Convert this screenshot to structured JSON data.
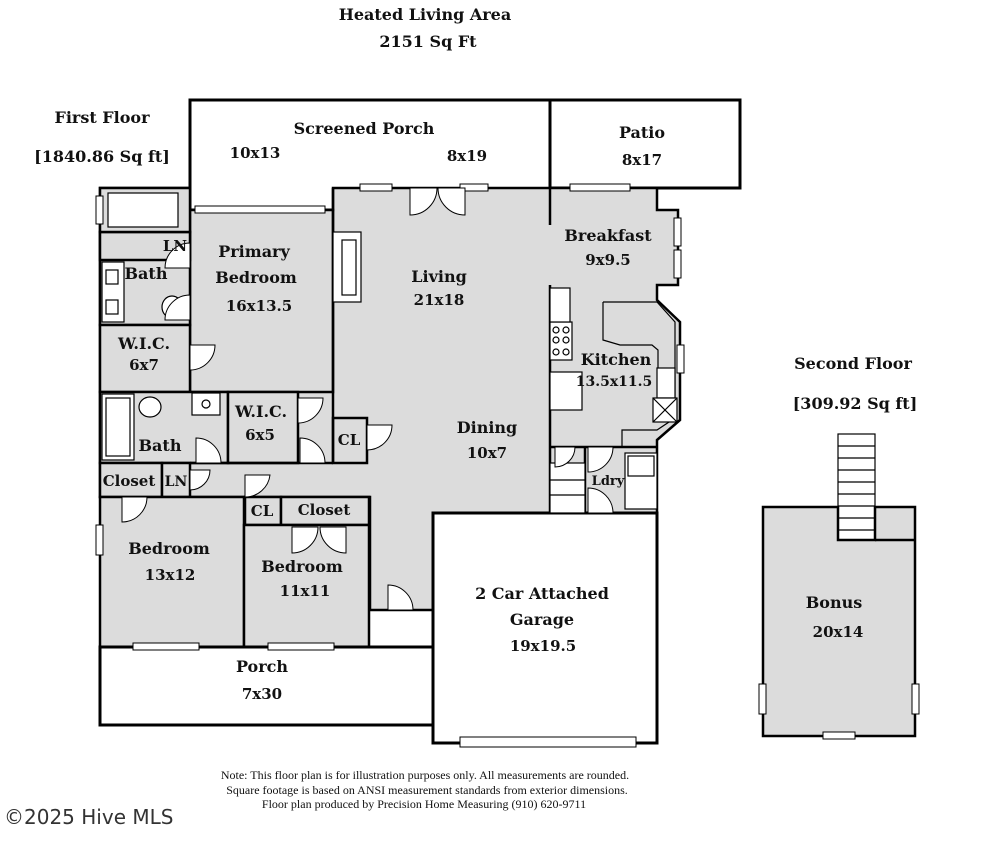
{
  "header": {
    "title": "Heated Living Area",
    "area": "2151 Sq Ft"
  },
  "first_floor": {
    "label": "First Floor",
    "area": "[1840.86 Sq ft]"
  },
  "second_floor": {
    "label": "Second Floor",
    "area": "[309.92 Sq ft]"
  },
  "rooms": {
    "screened_porch": {
      "name": "Screened Porch",
      "dim_left": "10x13",
      "dim_right": "8x19"
    },
    "patio": {
      "name": "Patio",
      "dim": "8x17"
    },
    "breakfast": {
      "name": "Breakfast",
      "dim": "9x9.5"
    },
    "primary_bedroom": {
      "name_line1": "Primary",
      "name_line2": "Bedroom",
      "dim": "16x13.5"
    },
    "living": {
      "name": "Living",
      "dim": "21x18"
    },
    "kitchen": {
      "name": "Kitchen",
      "dim": "13.5x11.5"
    },
    "dining": {
      "name": "Dining",
      "dim": "10x7"
    },
    "ln_top": {
      "name": "LN"
    },
    "bath_top": {
      "name": "Bath"
    },
    "wic_left": {
      "name": "W.I.C.",
      "dim": "6x7"
    },
    "wic_mid": {
      "name": "W.I.C.",
      "dim": "6x5"
    },
    "bath_lower": {
      "name": "Bath"
    },
    "cl_dining": {
      "name": "CL"
    },
    "closet_left": {
      "name": "Closet"
    },
    "ln_lower": {
      "name": "LN"
    },
    "cl_hall": {
      "name": "CL"
    },
    "closet_bed": {
      "name": "Closet"
    },
    "ldry": {
      "name": "Ldry"
    },
    "bedroom_left": {
      "name": "Bedroom",
      "dim": "13x12"
    },
    "bedroom_mid": {
      "name": "Bedroom",
      "dim": "11x11"
    },
    "garage": {
      "name_line1": "2 Car Attached",
      "name_line2": "Garage",
      "dim": "19x19.5"
    },
    "porch": {
      "name": "Porch",
      "dim": "7x30"
    },
    "bonus": {
      "name": "Bonus",
      "dim": "20x14"
    }
  },
  "note": {
    "line1": "Note: This floor plan is for illustration purposes only. All measurements are rounded.",
    "line2": "Square footage is based on ANSI measurement standards from exterior dimensions.",
    "line3": "Floor plan produced by Precision Home Measuring (910) 620-9711"
  },
  "watermark": "©2025 Hive MLS"
}
